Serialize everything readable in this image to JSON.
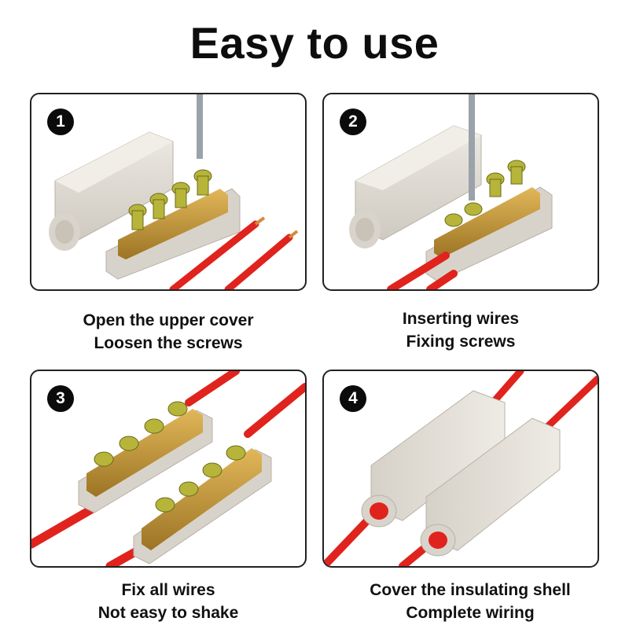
{
  "title": "Easy to use",
  "steps": [
    {
      "number": "1",
      "line1": "Open the upper cover",
      "line2": "Loosen the screws"
    },
    {
      "number": "2",
      "line1": "Inserting wires",
      "line2": "Fixing screws"
    },
    {
      "number": "3",
      "line1": "Fix all wires",
      "line2": "Not easy to shake"
    },
    {
      "number": "4",
      "line1": "Cover the insulating shell",
      "line2": "Complete wiring"
    }
  ],
  "colors": {
    "wire": "#e0231d",
    "shell": "#e3dfd8",
    "brass": "#c89b3c",
    "badge": "#0b0b0b"
  }
}
